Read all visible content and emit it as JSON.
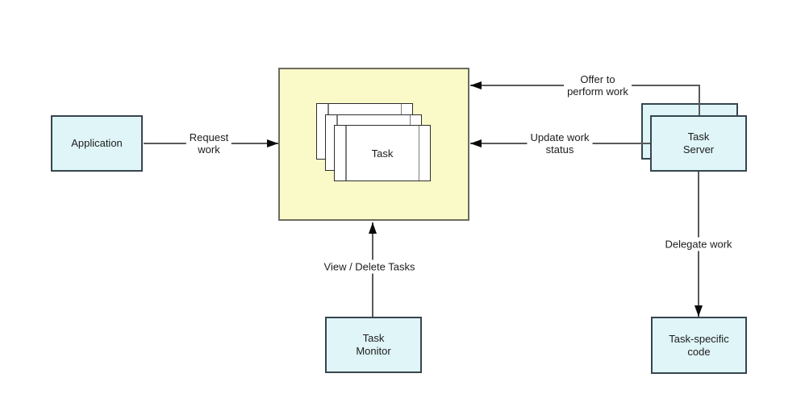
{
  "colors": {
    "background": "#ffffff",
    "node_fill": "#dff5f8",
    "node_border": "#36454e",
    "pool_fill": "#fafac8",
    "pool_border": "#6c6c60",
    "task_fill": "#ffffff",
    "task_border": "#2e2e2e",
    "task_inner_line": "#7d7d7d",
    "edge_line": "#5a5a5a",
    "arrowhead": "#0a0a0a",
    "text": "#1c1c1c"
  },
  "nodes": {
    "application": {
      "label": "Application"
    },
    "task": {
      "label": "Task"
    },
    "task_server": {
      "line1": "Task",
      "line2": "Server"
    },
    "task_monitor": {
      "line1": "Task",
      "line2": "Monitor"
    },
    "task_specific_code": {
      "line1": "Task-specific",
      "line2": "code"
    }
  },
  "edges": {
    "request_work": {
      "line1": "Request",
      "line2": "work"
    },
    "offer_to_perform_work": {
      "line1": "Offer to",
      "line2": "perform work"
    },
    "update_work_status": {
      "line1": "Update work",
      "line2": "status"
    },
    "view_delete_tasks": {
      "label": "View / Delete Tasks"
    },
    "delegate_work": {
      "label": "Delegate work"
    }
  }
}
